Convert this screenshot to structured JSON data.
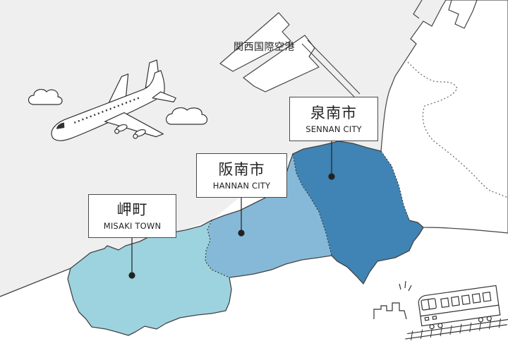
{
  "airport": {
    "label": "関西国際空港"
  },
  "regions": [
    {
      "name_ja": "泉南市",
      "name_en": "SENNAN CITY",
      "color": "#3f84b4"
    },
    {
      "name_ja": "阪南市",
      "name_en": "HANNAN CITY",
      "color": "#86b9d7"
    },
    {
      "name_ja": "岬町",
      "name_en": "MISAKI TOWN",
      "color": "#9dd3df"
    }
  ],
  "colors": {
    "sea": "#efefef",
    "land": "#ffffff",
    "outline": "#444444"
  },
  "icons": [
    "airplane-icon",
    "cloud-icon",
    "train-icon"
  ]
}
